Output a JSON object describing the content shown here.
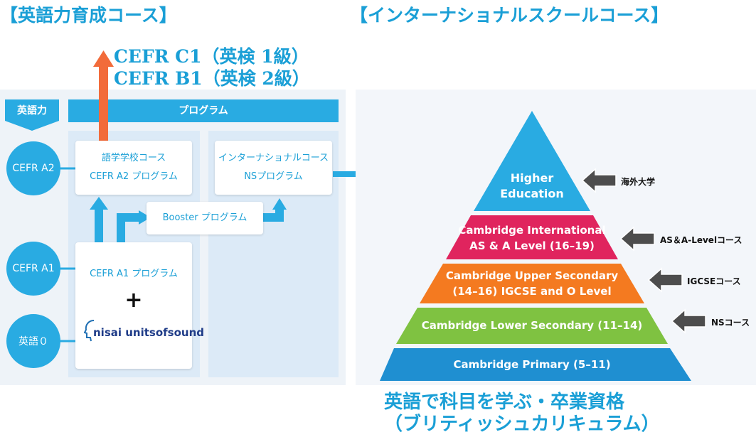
{
  "titles": {
    "left": "【英語力育成コース】",
    "right": "【インターナショナルスクールコース】"
  },
  "targets": {
    "line1": "CEFR C1（英検 1級）",
    "line2": "CEFR B1（英検 2級）"
  },
  "headers": {
    "level": "英語力",
    "program": "プログラム"
  },
  "levels": [
    "CEFR A2",
    "CEFR A1",
    "英語０"
  ],
  "boxes": {
    "language_school": {
      "line1": "語学学校コース",
      "line2": "CEFR A2 プログラム"
    },
    "international": {
      "line1": "インターナショナルコース",
      "line2": "NSプログラム"
    },
    "booster": "Booster プログラム",
    "a1": "CEFR A1 プログラム",
    "plus": "+",
    "nisai_logo": "nisai unitsofsound"
  },
  "pyramid": {
    "tiers": [
      {
        "line1": "Higher",
        "line2": "Education",
        "color": "#29abe2"
      },
      {
        "line1": "Cambridge International",
        "line2": "AS & A Level (16–19)",
        "color": "#e0245e"
      },
      {
        "line1": "Cambridge Upper Secondary",
        "line2": "(14–16) IGCSE and O Level",
        "color": "#f47a20"
      },
      {
        "line1": "Cambridge Lower Secondary (11–14)",
        "line2": "",
        "color": "#7fc241"
      },
      {
        "line1": "Cambridge Primary (5–11)",
        "line2": "",
        "color": "#1f8fd1"
      }
    ],
    "notes": [
      "海外大学",
      "AS＆A-Levelコース",
      "IGCSEコース",
      "NSコース"
    ]
  },
  "bottom": {
    "line1": "英語で科目を学ぶ・卒業資格",
    "line2": "（ブリティッシュカリキュラム）"
  },
  "colors": {
    "accent": "#29abe2",
    "arrow_up": "#f26b3a",
    "note_arrow": "#4d4d4d"
  }
}
